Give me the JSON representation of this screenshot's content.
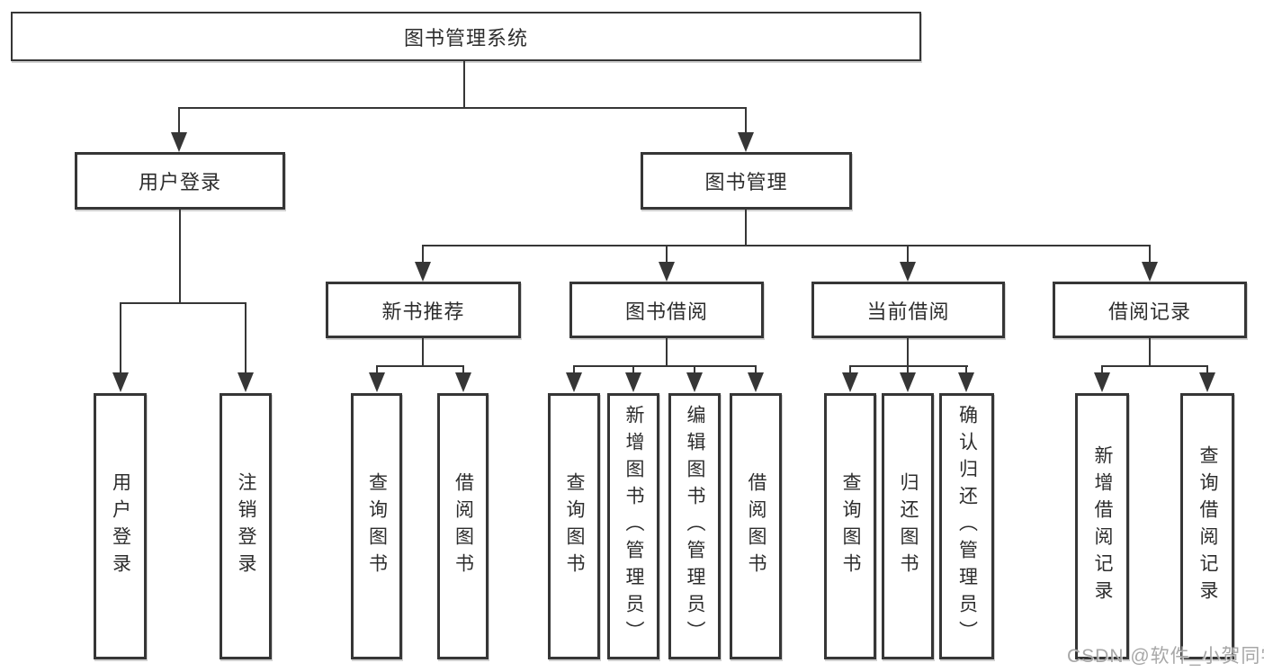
{
  "diagram_title": "图书管理系统",
  "colors": {
    "background": "#ffffff",
    "line": "#363636",
    "text": "#2d2d2d",
    "watermark": "#a0a0a0"
  },
  "tree": {
    "root": {
      "label": "图书管理系统"
    },
    "branches": [
      {
        "label": "用户登录",
        "children": [
          {
            "label": "用户登录"
          },
          {
            "label": "注销登录"
          }
        ]
      },
      {
        "label": "图书管理",
        "children": [
          {
            "label": "新书推荐",
            "children": [
              {
                "label": "查询图书"
              },
              {
                "label": "借阅图书"
              }
            ]
          },
          {
            "label": "图书借阅",
            "children": [
              {
                "label": "查询图书"
              },
              {
                "label": "新增图书（管理员）"
              },
              {
                "label": "编辑图书（管理员）"
              },
              {
                "label": "借阅图书"
              }
            ]
          },
          {
            "label": "当前借阅",
            "children": [
              {
                "label": "查询图书"
              },
              {
                "label": "归还图书"
              },
              {
                "label": "确认归还（管理员）"
              }
            ]
          },
          {
            "label": "借阅记录",
            "children": [
              {
                "label": "新增借阅记录"
              },
              {
                "label": "查询借阅记录"
              }
            ]
          }
        ]
      }
    ]
  },
  "watermark": {
    "text": "CSDN @软件_小贺同学"
  }
}
